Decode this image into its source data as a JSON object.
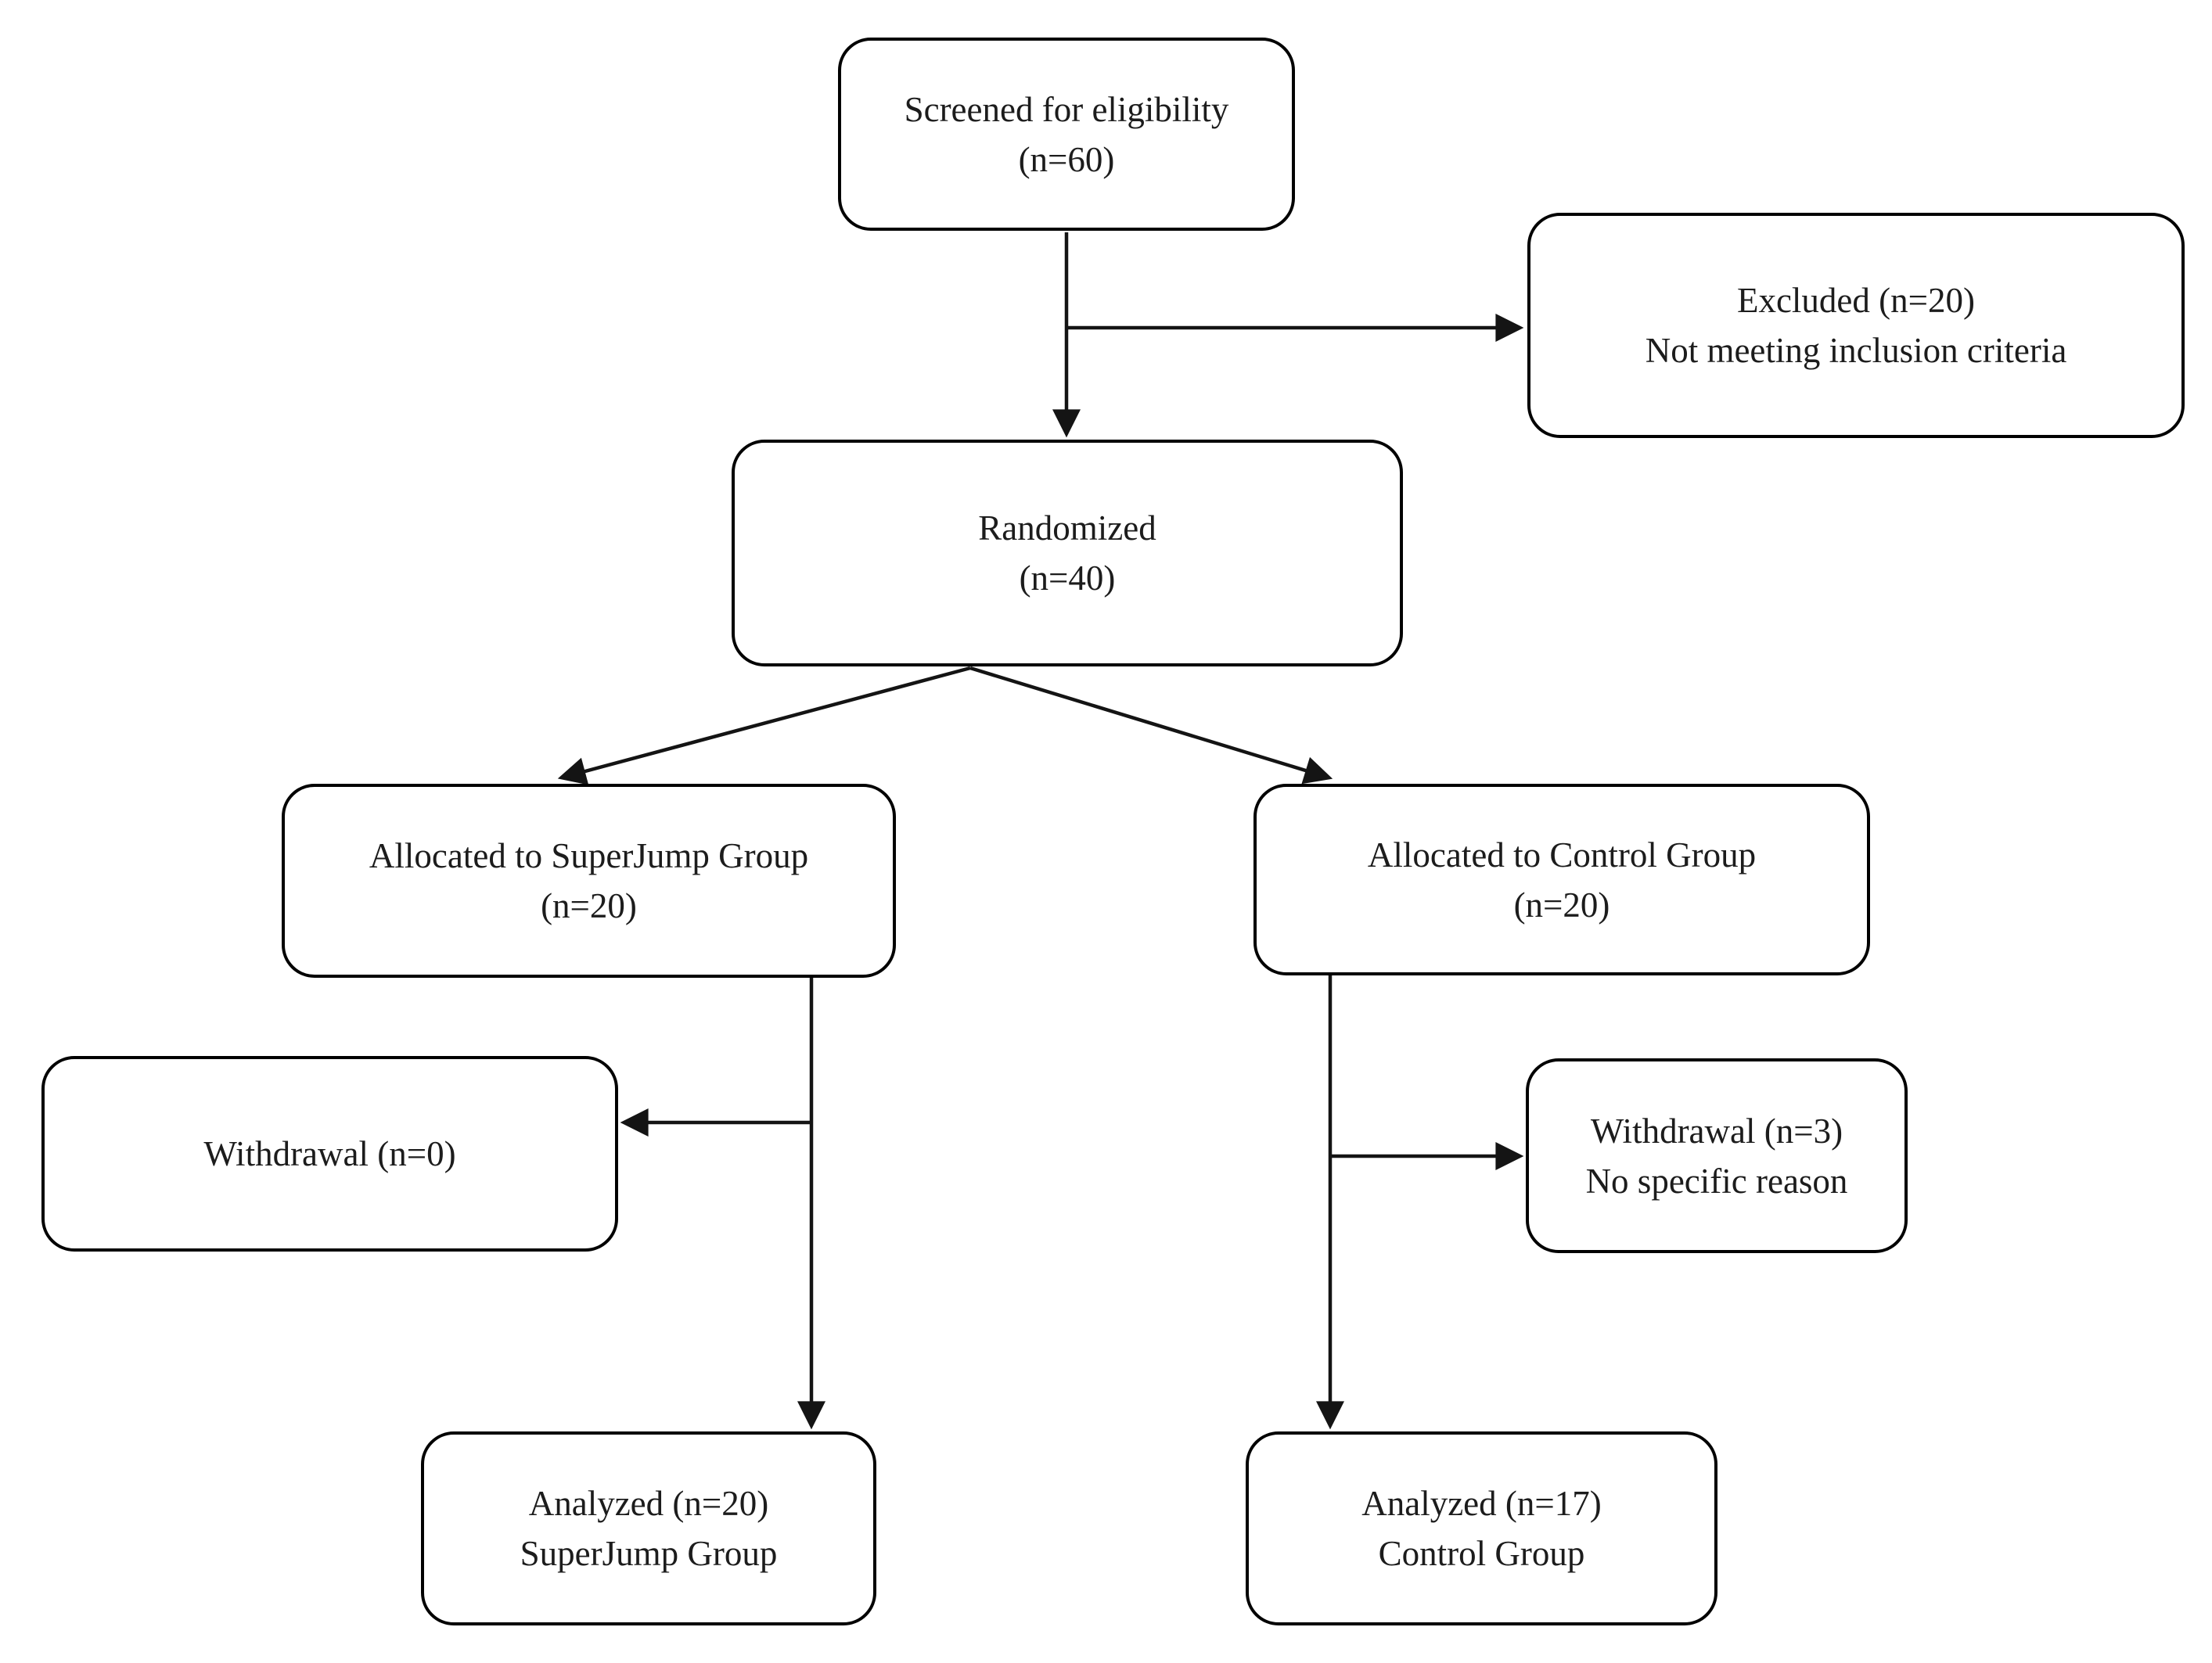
{
  "diagram": {
    "type": "flowchart",
    "nodes": {
      "screened": {
        "lines": [
          "Screened for eligibility",
          "(n=60)"
        ]
      },
      "excluded": {
        "lines": [
          "Excluded (n=20)",
          "Not meeting inclusion criteria"
        ]
      },
      "randomized": {
        "lines": [
          "Randomized",
          "(n=40)"
        ]
      },
      "alloc_superjump": {
        "lines": [
          "Allocated to SuperJump Group",
          "(n=20)"
        ]
      },
      "alloc_control": {
        "lines": [
          "Allocated to Control Group",
          "(n=20)"
        ]
      },
      "withdrawal_left": {
        "lines": [
          "Withdrawal (n=0)"
        ]
      },
      "withdrawal_right": {
        "lines": [
          "Withdrawal (n=3)",
          "No specific reason"
        ]
      },
      "analyzed_superjump": {
        "lines": [
          "Analyzed (n=20)",
          "SuperJump Group"
        ]
      },
      "analyzed_control": {
        "lines": [
          "Analyzed (n=17)",
          "Control Group"
        ]
      }
    },
    "edges": [
      {
        "from": "screened",
        "to": "randomized"
      },
      {
        "from": "screened",
        "to": "excluded"
      },
      {
        "from": "randomized",
        "to": "alloc_superjump"
      },
      {
        "from": "randomized",
        "to": "alloc_control"
      },
      {
        "from": "alloc_superjump",
        "to": "withdrawal_left"
      },
      {
        "from": "alloc_superjump",
        "to": "analyzed_superjump"
      },
      {
        "from": "alloc_control",
        "to": "withdrawal_right"
      },
      {
        "from": "alloc_control",
        "to": "analyzed_control"
      }
    ]
  },
  "theme": {
    "box-border": "#000000",
    "line-color": "#141414",
    "text-color": "#1c1c1c",
    "bg": "#ffffff"
  }
}
